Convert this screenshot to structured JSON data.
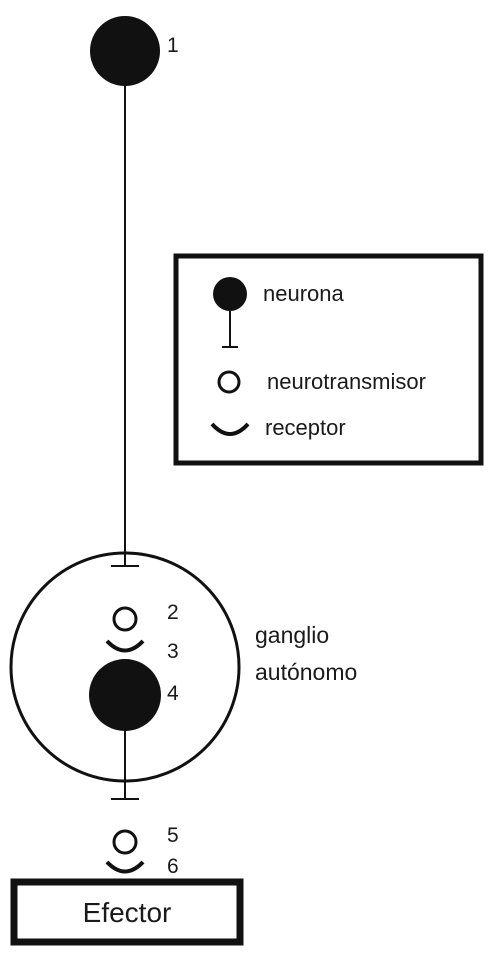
{
  "diagram": {
    "numbers": {
      "n1": "1",
      "n2": "2",
      "n3": "3",
      "n4": "4",
      "n5": "5",
      "n6": "6"
    },
    "legend": {
      "neuron_label": "neurona",
      "neurotransmitter_label": "neurotransmisor",
      "receptor_label": "receptor"
    },
    "ganglion": {
      "line1": "ganglio",
      "line2": "autónomo"
    },
    "effector": {
      "label": "Efector"
    },
    "colors": {
      "ink": "#111111",
      "background": "#ffffff"
    }
  }
}
